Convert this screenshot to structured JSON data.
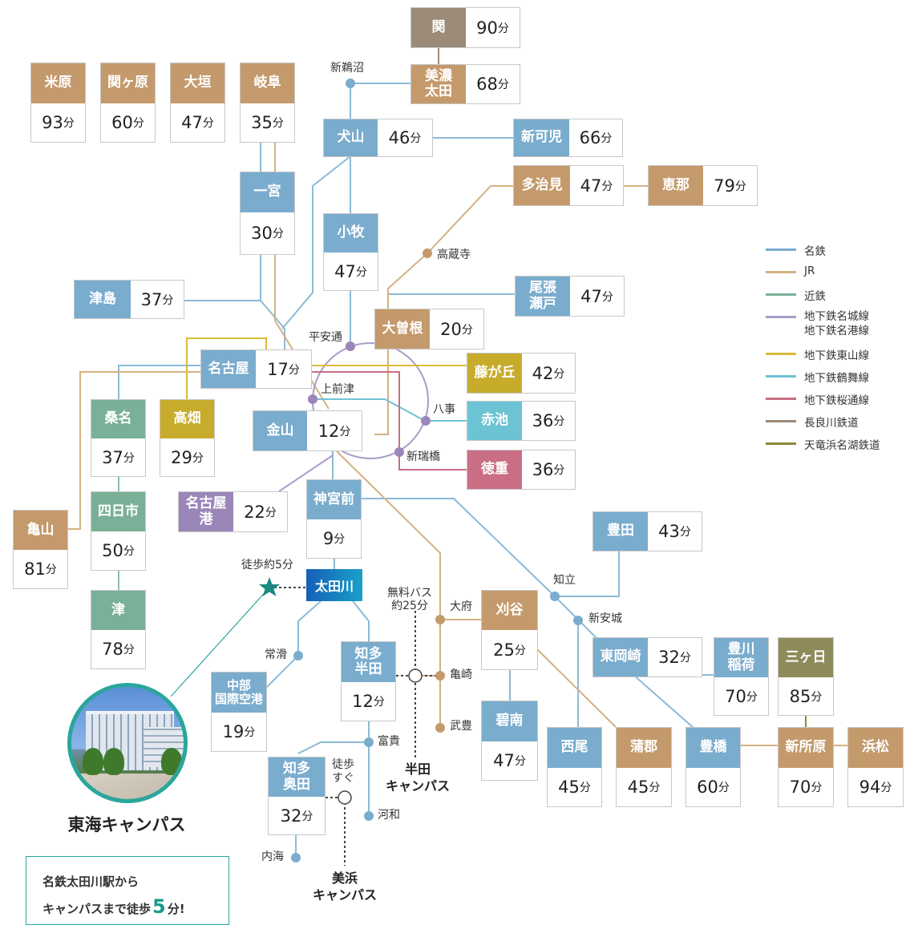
{
  "colors": {
    "meitetsu_box": "#7aaccd",
    "jr_box": "#c49a6c",
    "kintetsu_box": "#7ab097",
    "nagara_box": "#9c8b79",
    "higashiyama_box": "#c7ac2c",
    "tsurumai_box": "#6cc3d4",
    "sakuradori_box": "#c96e84",
    "meijo_box": "#9a86b8",
    "tenhama_box": "#8e8a5a",
    "otagawa_box": "#1e88c8",
    "accent": "#2aa69c"
  },
  "stations": [
    {
      "id": "seki",
      "name": "関",
      "time": "90",
      "color": "#9c8b79"
    },
    {
      "id": "mino",
      "name": "美濃\n太田",
      "time": "68",
      "color": "#c49a6c"
    },
    {
      "id": "maibara",
      "name": "米原",
      "time": "93",
      "color": "#c49a6c"
    },
    {
      "id": "sekigahara",
      "name": "関ヶ原",
      "time": "60",
      "color": "#c49a6c"
    },
    {
      "id": "ogaki",
      "name": "大垣",
      "time": "47",
      "color": "#c49a6c"
    },
    {
      "id": "gifu",
      "name": "岐阜",
      "time": "35",
      "color": "#c49a6c"
    },
    {
      "id": "inuyama",
      "name": "犬山",
      "time": "46",
      "color": "#7aaccd"
    },
    {
      "id": "shinkani",
      "name": "新可児",
      "time": "66",
      "color": "#7aaccd"
    },
    {
      "id": "tajimi",
      "name": "多治見",
      "time": "47",
      "color": "#c49a6c"
    },
    {
      "id": "ena",
      "name": "恵那",
      "time": "79",
      "color": "#c49a6c"
    },
    {
      "id": "ichinomiya",
      "name": "一宮",
      "time": "30",
      "color": "#7aaccd"
    },
    {
      "id": "komaki",
      "name": "小牧",
      "time": "47",
      "color": "#7aaccd"
    },
    {
      "id": "tsushima",
      "name": "津島",
      "time": "37",
      "color": "#7aaccd"
    },
    {
      "id": "owariseto",
      "name": "尾張\n瀬戸",
      "time": "47",
      "color": "#7aaccd"
    },
    {
      "id": "ozone",
      "name": "大曽根",
      "time": "20",
      "color": "#c49a6c"
    },
    {
      "id": "nagoya",
      "name": "名古屋",
      "time": "17",
      "color": "#7aaccd"
    },
    {
      "id": "fujigaoka",
      "name": "藤が丘",
      "time": "42",
      "color": "#c7ac2c"
    },
    {
      "id": "kuwana",
      "name": "桑名",
      "time": "37",
      "color": "#7ab097"
    },
    {
      "id": "takabata",
      "name": "高畑",
      "time": "29",
      "color": "#c7ac2c"
    },
    {
      "id": "kanayama",
      "name": "金山",
      "time": "12",
      "color": "#7aaccd"
    },
    {
      "id": "akaike",
      "name": "赤池",
      "time": "36",
      "color": "#6cc3d4"
    },
    {
      "id": "tokushige",
      "name": "徳重",
      "time": "36",
      "color": "#c96e84"
    },
    {
      "id": "kameyama",
      "name": "亀山",
      "time": "81",
      "color": "#c49a6c"
    },
    {
      "id": "yokkaichi",
      "name": "四日市",
      "time": "50",
      "color": "#7ab097"
    },
    {
      "id": "nagoyako",
      "name": "名古屋\n港",
      "time": "22",
      "color": "#9a86b8"
    },
    {
      "id": "jingumae",
      "name": "神宮前",
      "time": "9",
      "color": "#7aaccd"
    },
    {
      "id": "toyota",
      "name": "豊田",
      "time": "43",
      "color": "#7aaccd"
    },
    {
      "id": "tsu",
      "name": "津",
      "time": "78",
      "color": "#7ab097"
    },
    {
      "id": "kariya",
      "name": "刈谷",
      "time": "25",
      "color": "#c49a6c"
    },
    {
      "id": "chitahanda",
      "name": "知多\n半田",
      "time": "12",
      "color": "#7aaccd"
    },
    {
      "id": "higashiokazaki",
      "name": "東岡崎",
      "time": "32",
      "color": "#7aaccd"
    },
    {
      "id": "toyokawainari",
      "name": "豊川\n稲荷",
      "time": "70",
      "color": "#7aaccd"
    },
    {
      "id": "mikkabi",
      "name": "三ヶ日",
      "time": "85",
      "color": "#8e8a5a"
    },
    {
      "id": "chubu",
      "name": "中部\n国際空港",
      "time": "19",
      "color": "#7aaccd"
    },
    {
      "id": "hekinan",
      "name": "碧南",
      "time": "47",
      "color": "#7aaccd"
    },
    {
      "id": "nishio",
      "name": "西尾",
      "time": "45",
      "color": "#7aaccd"
    },
    {
      "id": "gamagori",
      "name": "蒲郡",
      "time": "45",
      "color": "#c49a6c"
    },
    {
      "id": "toyohashi",
      "name": "豊橋",
      "time": "60",
      "color": "#7aaccd"
    },
    {
      "id": "shinjohara",
      "name": "新所原",
      "time": "70",
      "color": "#c49a6c"
    },
    {
      "id": "hamamatsu",
      "name": "浜松",
      "time": "94",
      "color": "#c49a6c"
    },
    {
      "id": "chitaokuda",
      "name": "知多\n奥田",
      "time": "32",
      "color": "#7aaccd"
    }
  ],
  "minute_unit": "分",
  "otagawa": {
    "name": "太田川"
  },
  "small_labels": [
    {
      "id": "shinunuma",
      "text": "新鵜沼"
    },
    {
      "id": "kozoji",
      "text": "高蔵寺"
    },
    {
      "id": "heianDori",
      "text": "平安通"
    },
    {
      "id": "kamimaezu",
      "text": "上前津"
    },
    {
      "id": "yagoto",
      "text": "八事"
    },
    {
      "id": "shinmizuhashi",
      "text": "新瑞橋"
    },
    {
      "id": "chiryu",
      "text": "知立"
    },
    {
      "id": "shinanjo",
      "text": "新安城"
    },
    {
      "id": "obu",
      "text": "大府"
    },
    {
      "id": "kamezaki",
      "text": "亀崎"
    },
    {
      "id": "taketoyo",
      "text": "武豊"
    },
    {
      "id": "tokoname",
      "text": "常滑"
    },
    {
      "id": "tomiki",
      "text": "富貴"
    },
    {
      "id": "kowa",
      "text": "河和"
    },
    {
      "id": "utsumi",
      "text": "内海"
    },
    {
      "id": "walk5",
      "text": "徒歩約5分"
    },
    {
      "id": "freebus",
      "text": "無料バス\n約25分"
    },
    {
      "id": "walksoon",
      "text": "徒歩\nすぐ"
    }
  ],
  "campuses": {
    "handa": "半田\nキャンパス",
    "mihama": "美浜\nキャンパス",
    "tokai": "東海キャンパス"
  },
  "note": {
    "line1": "名鉄太田川駅から",
    "line2_pre": "キャンパスまで徒歩",
    "line2_num": "5",
    "line2_post": "分!"
  },
  "legend": [
    {
      "label": "名鉄",
      "color": "#7aaccd"
    },
    {
      "label": "JR",
      "color": "#d4b183"
    },
    {
      "label": "近鉄",
      "color": "#7ab097"
    },
    {
      "label": "地下鉄名城線\n地下鉄名港線",
      "color": "#a99cc6"
    },
    {
      "label": "地下鉄東山線",
      "color": "#d9bd3a"
    },
    {
      "label": "地下鉄鶴舞線",
      "color": "#6cc3d4"
    },
    {
      "label": "地下鉄桜通線",
      "color": "#c96e84"
    },
    {
      "label": "長良川鉄道",
      "color": "#9c8b79"
    },
    {
      "label": "天竜浜名湖鉄道",
      "color": "#8a8a3c"
    }
  ]
}
